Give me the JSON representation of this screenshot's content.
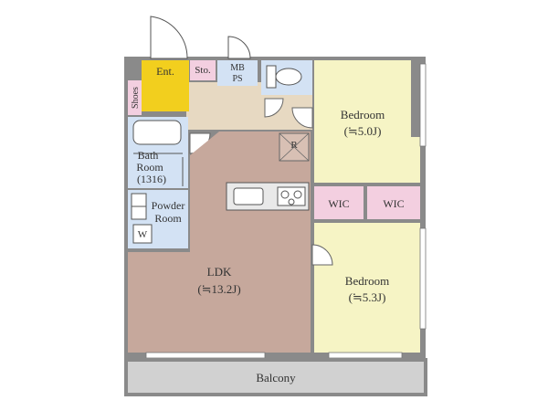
{
  "colors": {
    "wall": "#8a8a8a",
    "entrance": "#f2cf1e",
    "storage": "#f3cfe0",
    "wet_area": "#d3e2f4",
    "hall": "#e7d9c2",
    "ldk": "#c6a89c",
    "bedroom": "#f6f4c5",
    "balcony": "#d1d1d1",
    "kitchen_counter": "#e9e9e9"
  },
  "rooms": {
    "entrance": "Ent.",
    "storage": "Sto.",
    "mbps_line1": "MB",
    "mbps_line2": "PS",
    "shoes": "Shoes",
    "bath_line1": "Bath",
    "bath_line2": "Room",
    "bath_line3": "(1316)",
    "powder_line1": "Powder",
    "powder_line2": "Room",
    "washer": "W",
    "refrigerator": "R",
    "bedroom1_name": "Bedroom",
    "bedroom1_size": "(≒5.0J)",
    "bedroom2_name": "Bedroom",
    "bedroom2_size": "(≒5.3J)",
    "wic1": "WIC",
    "wic2": "WIC",
    "ldk_name": "LDK",
    "ldk_size": "(≒13.2J)",
    "balcony": "Balcony"
  }
}
